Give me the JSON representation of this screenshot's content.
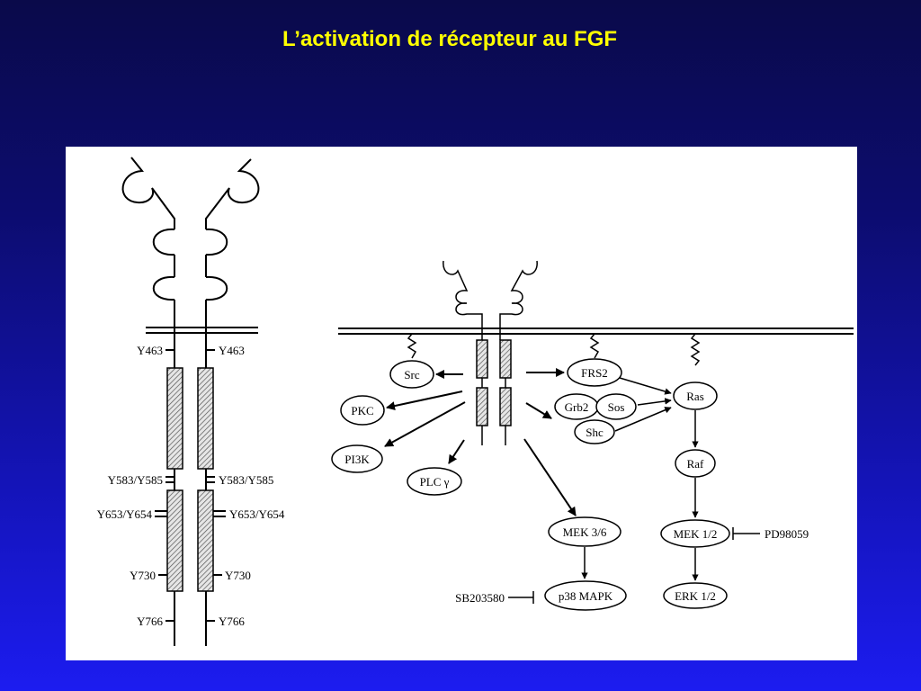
{
  "title": "L’activation de récepteur au FGF",
  "left_receptor": {
    "sites": [
      "Y463",
      "Y583/Y585",
      "Y653/Y654",
      "Y730",
      "Y766"
    ]
  },
  "pathway": {
    "nodes": {
      "src": "Src",
      "pkc": "PKC",
      "pi3k": "PI3K",
      "plc": "PLC γ",
      "frs2": "FRS2",
      "grb2": "Grb2",
      "sos": "Sos",
      "shc": "Shc",
      "ras": "Ras",
      "raf": "Raf",
      "mek12": "MEK 1/2",
      "erk12": "ERK 1/2",
      "mek36": "MEK 3/6",
      "p38": "p38 MAPK"
    },
    "inhibitors": {
      "pd": "PD98059",
      "sb": "SB203580"
    }
  },
  "colors": {
    "title": "#ffff00",
    "background_top": "#0a0a4a",
    "background_bottom": "#1c1cf0",
    "figure_bg": "#ffffff"
  }
}
